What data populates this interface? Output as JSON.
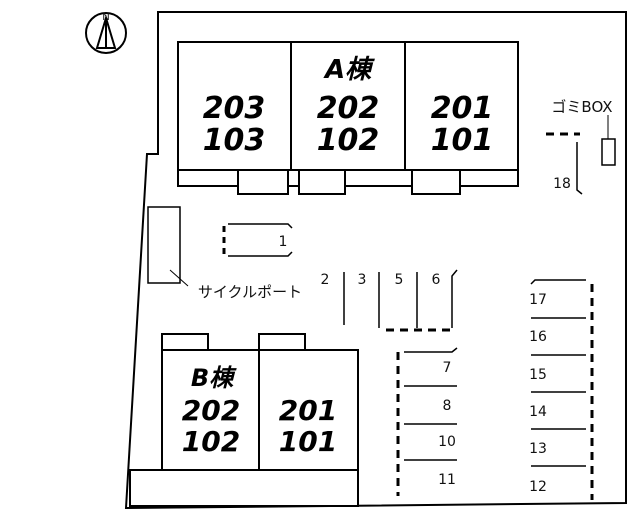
{
  "compass": {
    "letter": "N"
  },
  "building_a": {
    "name": "A棟",
    "units": [
      {
        "upper": "203",
        "lower": "103"
      },
      {
        "upper": "202",
        "lower": "102"
      },
      {
        "upper": "201",
        "lower": "101"
      }
    ]
  },
  "building_b": {
    "name": "B棟",
    "units": [
      {
        "upper": "202",
        "lower": "102"
      },
      {
        "upper": "201",
        "lower": "101"
      }
    ]
  },
  "labels": {
    "garbage_box": "ゴミBOX",
    "cycle_port": "サイクルポート"
  },
  "parking": {
    "spot_1": "1",
    "spot_2": "2",
    "spot_3": "3",
    "spot_5": "5",
    "spot_6": "6",
    "spot_7": "7",
    "spot_8": "8",
    "spot_10": "10",
    "spot_11": "11",
    "spot_12": "12",
    "spot_13": "13",
    "spot_14": "14",
    "spot_15": "15",
    "spot_16": "16",
    "spot_17": "17",
    "spot_18": "18"
  }
}
